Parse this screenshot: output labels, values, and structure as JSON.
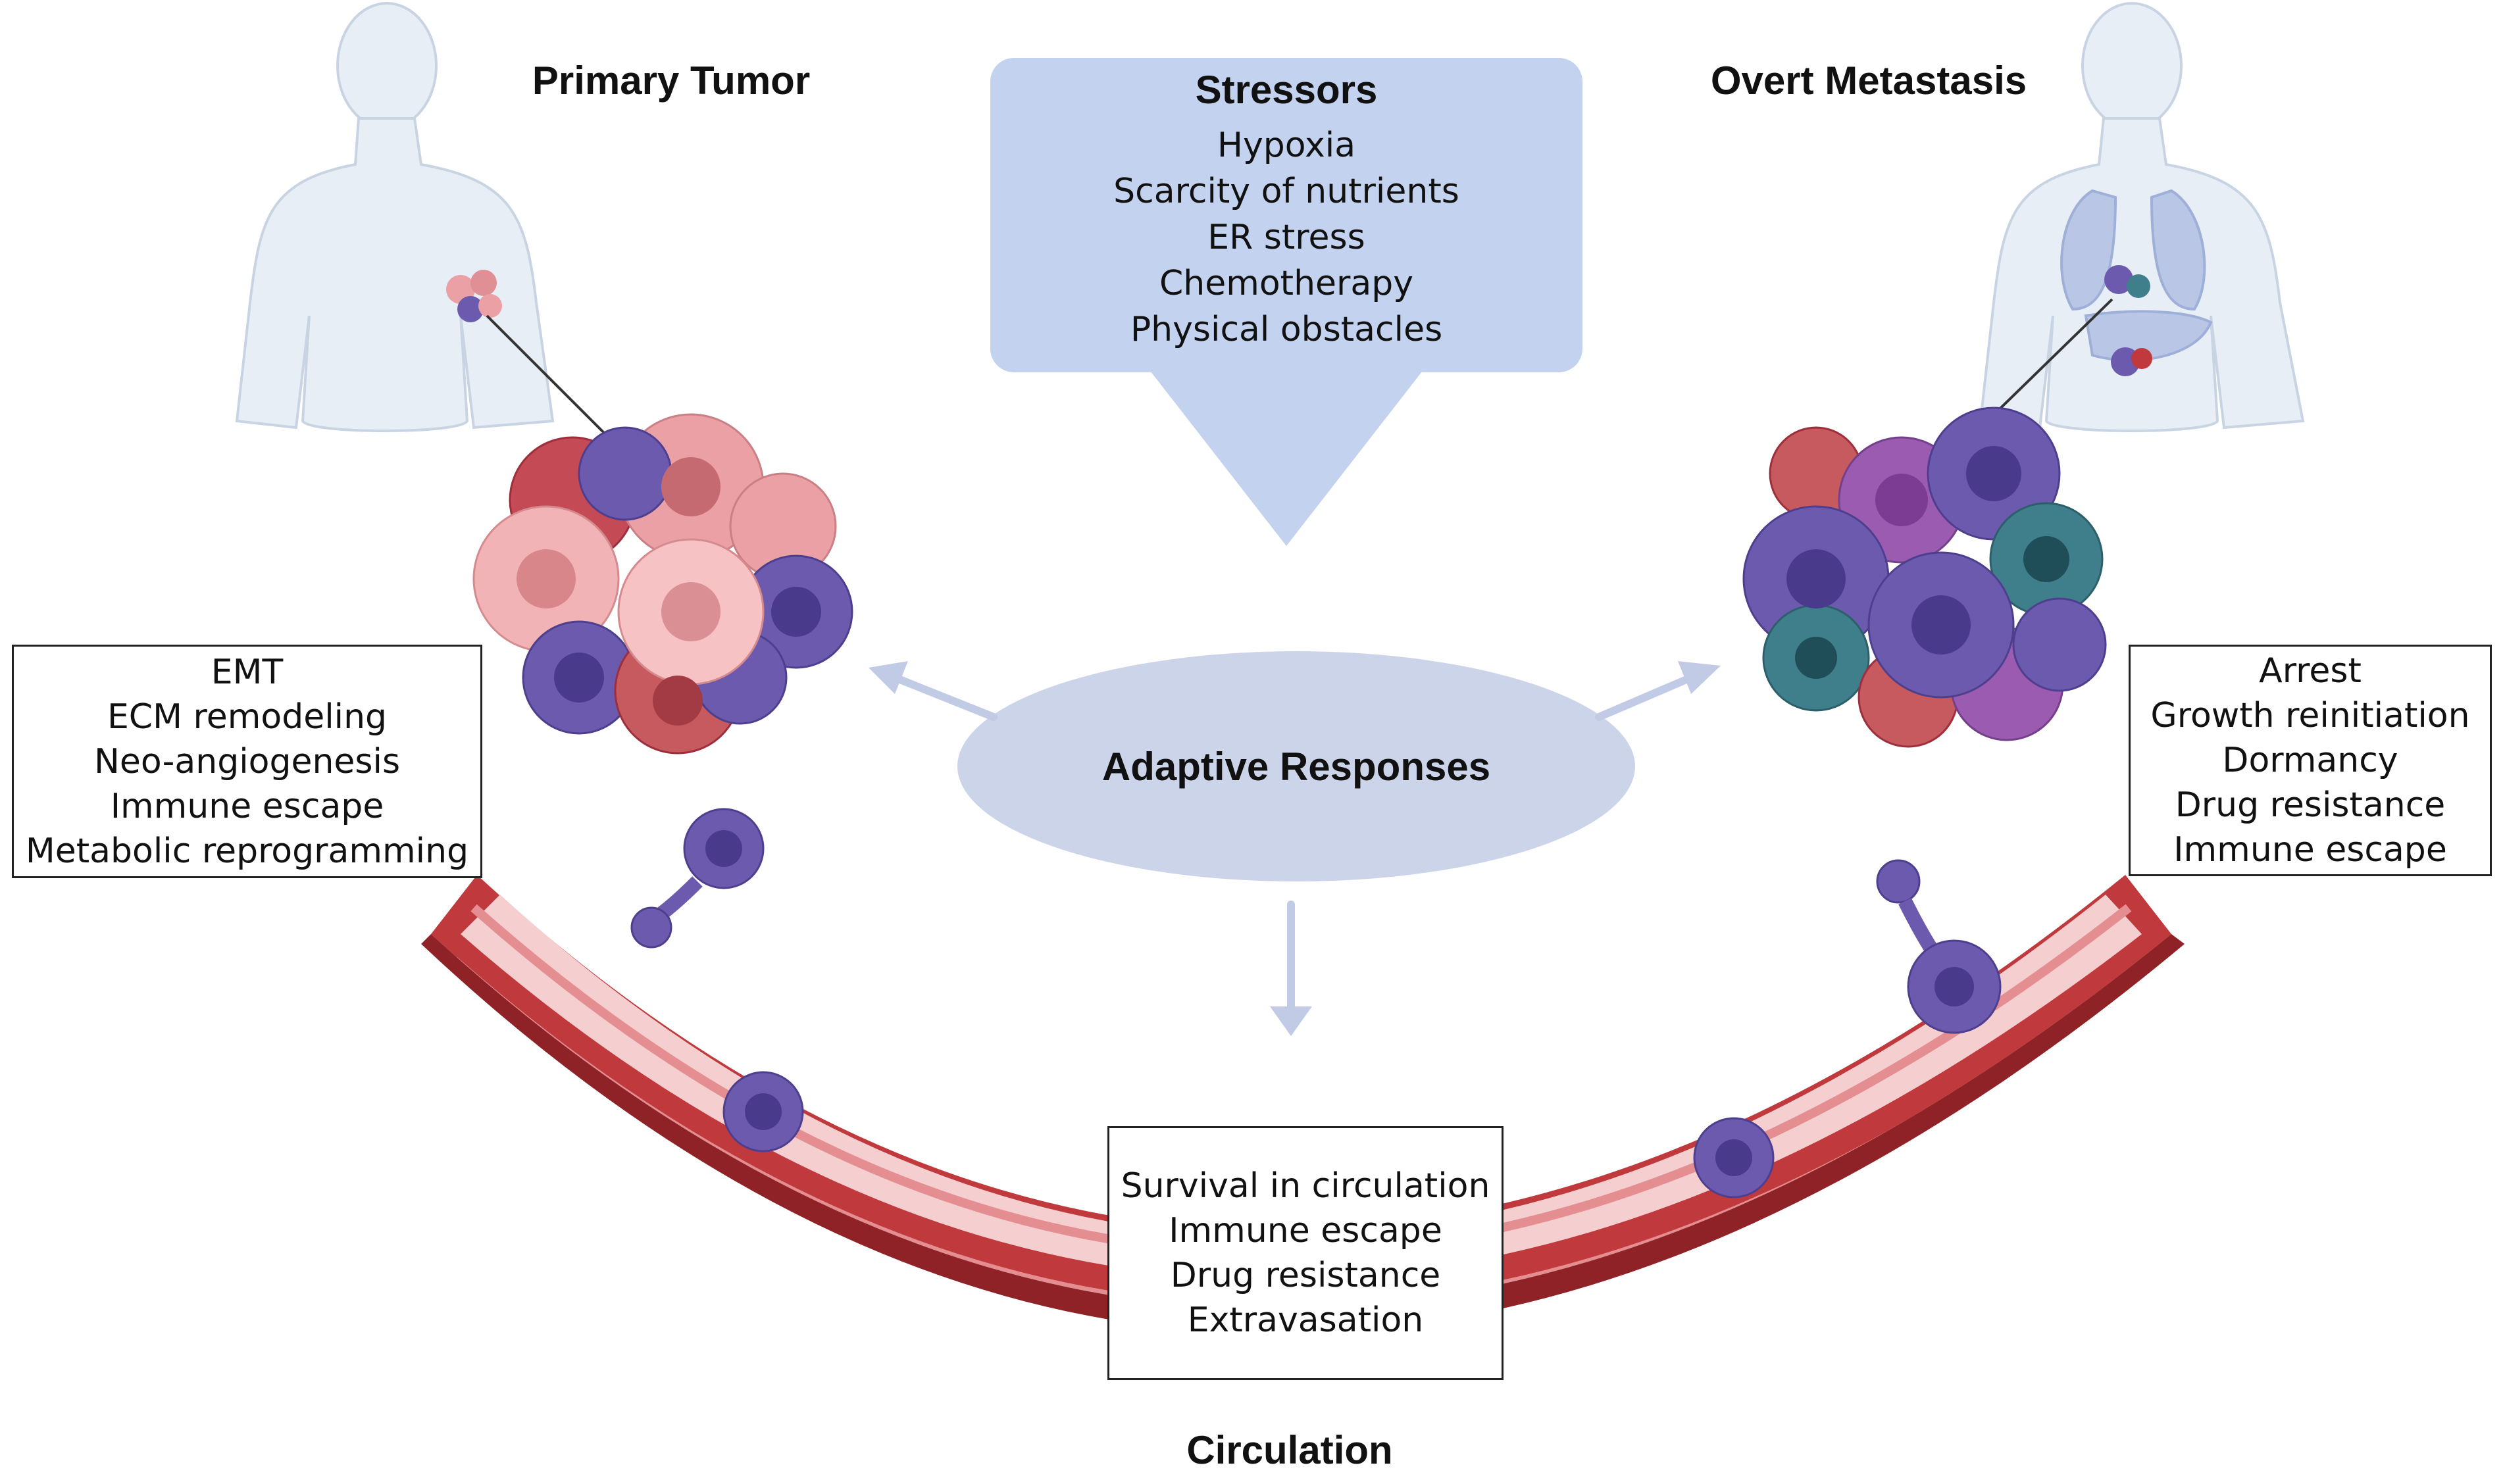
{
  "titles": {
    "primary": "Primary Tumor",
    "metastasis": "Overt Metastasis",
    "circulation": "Circulation"
  },
  "stressors": {
    "title": "Stressors",
    "items": [
      "Hypoxia",
      "Scarcity of nutrients",
      "ER stress",
      "Chemotherapy",
      "Physical obstacles"
    ]
  },
  "adaptive": {
    "label": "Adaptive Responses"
  },
  "primary_box": {
    "items": [
      "EMT",
      "ECM remodeling",
      "Neo-angiogenesis",
      "Immune escape",
      "Metabolic reprogramming"
    ]
  },
  "metastasis_box": {
    "items": [
      "Arrest",
      "Growth reinitiation",
      "Dormancy",
      "Drug resistance",
      "Immune escape"
    ]
  },
  "circulation_box": {
    "items": [
      "Survival in circulation",
      "Immune escape",
      "Drug resistance",
      "Extravasation"
    ]
  },
  "colors": {
    "stressor_fill": "#c3d2ee",
    "ellipse_fill": "#ccd4ea",
    "arrow": "#c2cbe6",
    "vessel_wall": "#c0393d",
    "vessel_lumen": "#f5cfd0",
    "tumor_pink": "#eaa0a4",
    "tumor_purple": "#6b5aae",
    "tumor_teal": "#3f7f8c",
    "body_fill": "#e6edf5"
  }
}
